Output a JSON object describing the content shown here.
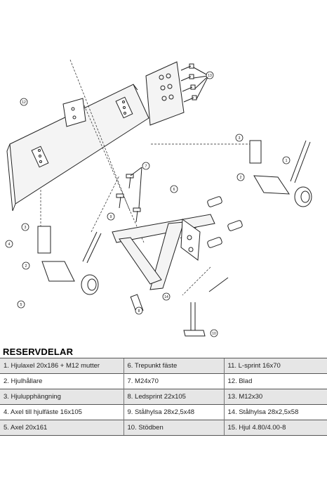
{
  "diagram": {
    "callouts": [
      "1",
      "2",
      "3",
      "4",
      "5",
      "6",
      "7",
      "8",
      "9",
      "10",
      "11",
      "12",
      "13",
      "14",
      "15"
    ]
  },
  "parts_list": {
    "title": "RESERVDELAR",
    "rows": [
      [
        "1. Hjulaxel 20x186 + M12 mutter",
        "6. Trepunkt fäste",
        "11. L-sprint 16x70"
      ],
      [
        "2. Hjulhållare",
        "7. M24x70",
        "12. Blad"
      ],
      [
        "3. Hjulupphängning",
        "8. Ledsprint 22x105",
        "13. M12x30"
      ],
      [
        "4. Axel till hjulfäste 16x105",
        "9. Stålhylsa 28x2,5x48",
        "14. Stålhylsa 28x2,5x58"
      ],
      [
        "5. Axel 20x161",
        "10. Stödben",
        "15. Hjul 4.80/4.00-8"
      ]
    ]
  }
}
